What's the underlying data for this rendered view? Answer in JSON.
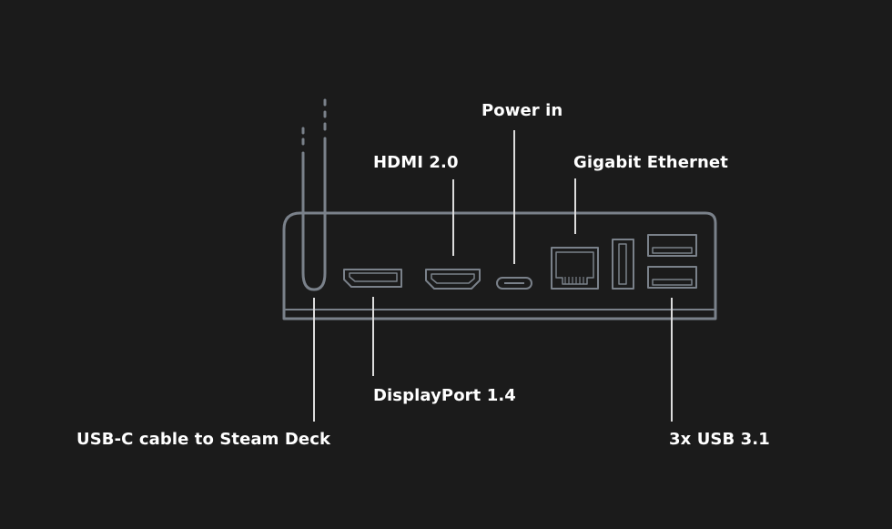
{
  "labels": {
    "power_in": "Power in",
    "hdmi": "HDMI 2.0",
    "ethernet": "Gigabit Ethernet",
    "displayport": "DisplayPort 1.4",
    "usb_c_cable": "USB-C cable to Steam Deck",
    "usb": "3x USB 3.1"
  },
  "colors": {
    "background": "#1b1b1b",
    "device_stroke": "#7a818a",
    "leader_line": "#dcdcdc",
    "text": "#ffffff"
  }
}
